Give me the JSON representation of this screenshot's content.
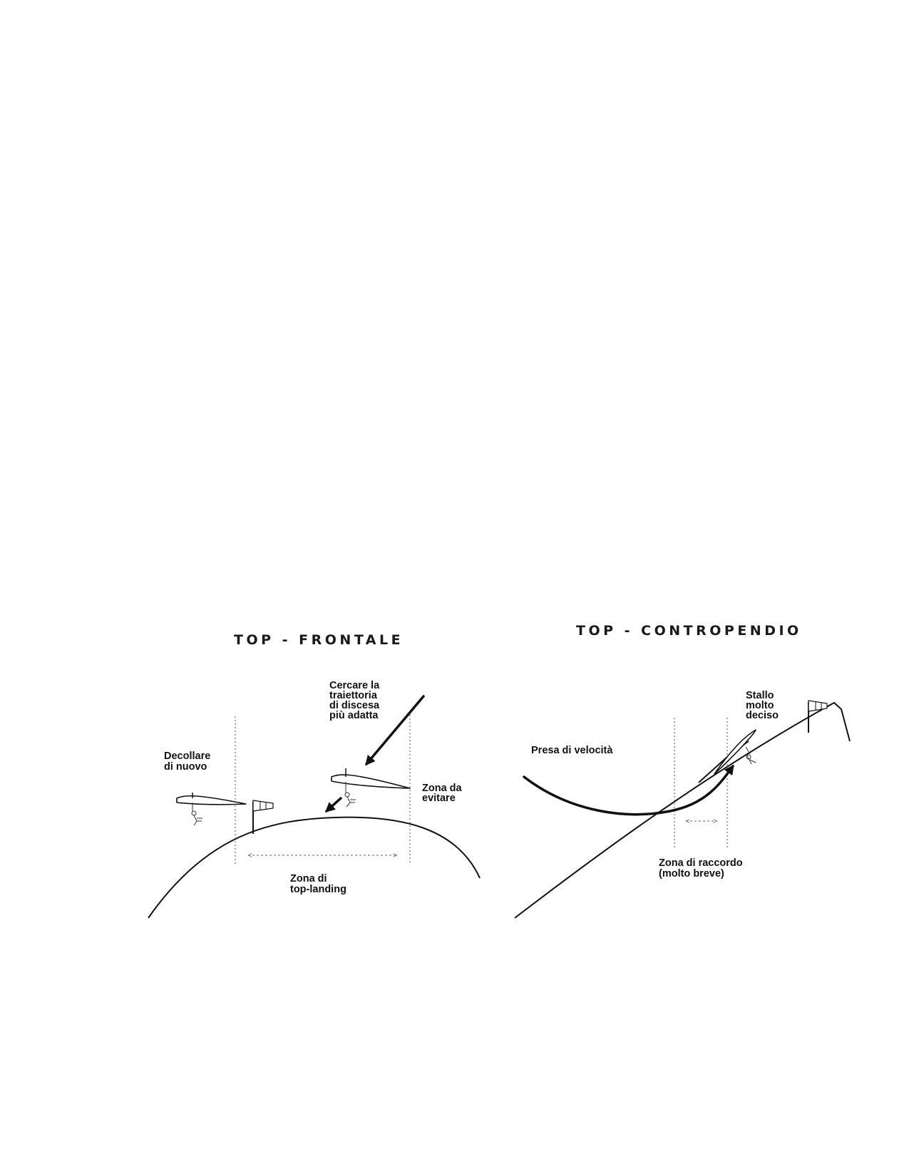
{
  "left_panel": {
    "title": "TOP - FRONTALE",
    "label_relaunch": [
      "Decollare",
      "di nuovo"
    ],
    "label_trajectory": [
      "Cercare la",
      "traiettoria",
      "di discesa",
      "più adatta"
    ],
    "label_avoid": [
      "Zona da",
      "evitare"
    ],
    "label_landing_zone": [
      "Zona di",
      "top-landing"
    ]
  },
  "right_panel": {
    "title": "TOP - CONTROPENDIO",
    "label_speed": "Presa di velocità",
    "label_stall": [
      "Stallo",
      "molto",
      "deciso"
    ],
    "label_transition_zone": [
      "Zona di raccordo",
      "(molto breve)"
    ]
  },
  "colors": {
    "ink": "#111111",
    "guide": "#555555"
  }
}
